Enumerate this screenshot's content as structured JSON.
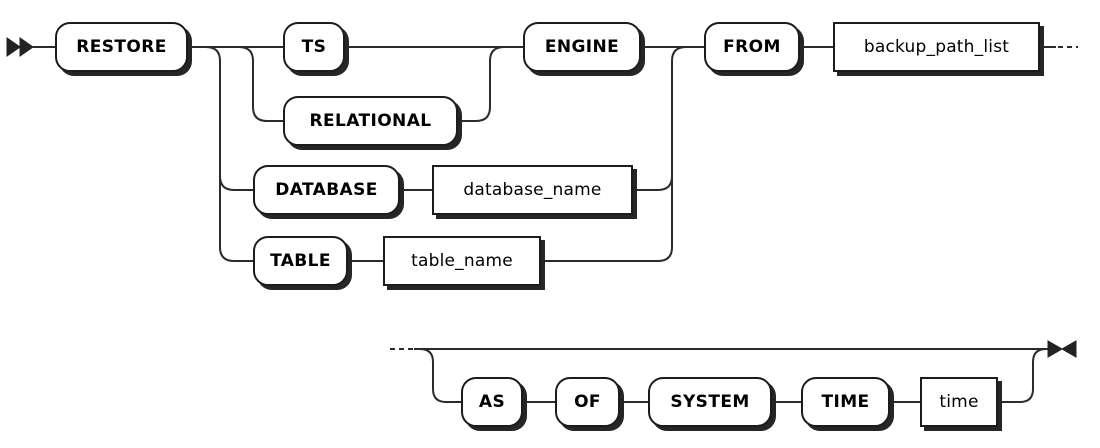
{
  "diagram": {
    "kind": "railroad-syntax-diagram",
    "nodes": {
      "restore": {
        "label": "RESTORE",
        "kind": "keyword"
      },
      "ts": {
        "label": "TS",
        "kind": "keyword"
      },
      "relational": {
        "label": "RELATIONAL",
        "kind": "keyword"
      },
      "engine": {
        "label": "ENGINE",
        "kind": "keyword"
      },
      "from": {
        "label": "FROM",
        "kind": "keyword"
      },
      "backup_path_list": {
        "label": "backup_path_list",
        "kind": "nonterminal"
      },
      "database": {
        "label": "DATABASE",
        "kind": "keyword"
      },
      "database_name": {
        "label": "database_name",
        "kind": "nonterminal"
      },
      "table": {
        "label": "TABLE",
        "kind": "keyword"
      },
      "table_name": {
        "label": "table_name",
        "kind": "nonterminal"
      },
      "as": {
        "label": "AS",
        "kind": "keyword"
      },
      "of": {
        "label": "OF",
        "kind": "keyword"
      },
      "system": {
        "label": "SYSTEM",
        "kind": "keyword"
      },
      "time_keyword": {
        "label": "TIME",
        "kind": "keyword"
      },
      "time": {
        "label": "time",
        "kind": "nonterminal"
      }
    },
    "icons": {
      "start": "start-arrow-icon",
      "end": "end-arrow-icon",
      "row1_continuation": "dashed-continuation",
      "row2_continuation": "dashed-continuation"
    },
    "colors": {
      "background": "#ffffff",
      "line": "#2b2b2b",
      "box_border": "#1c1c1c",
      "box_fill": "#ffffff",
      "box_shadow": "#262626",
      "text": "#000000"
    }
  }
}
